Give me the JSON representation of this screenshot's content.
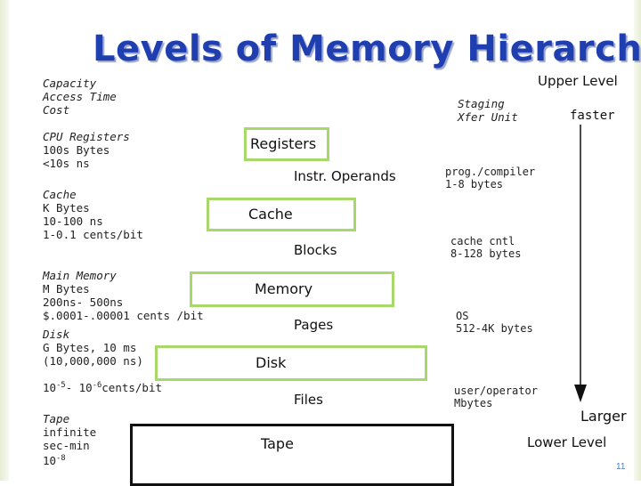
{
  "title": "Levels of Memory Hierarchy",
  "left_notes": {
    "header": "Capacity\nAccess Time\nCost",
    "cpu": {
      "name": "CPU Registers",
      "capacity": "100s Bytes",
      "time": "<10s ns"
    },
    "cache": {
      "name": "Cache",
      "capacity": "K Bytes",
      "time": "10-100 ns",
      "cost": "1-0.1 cents/bit"
    },
    "main": {
      "name": "Main Memory",
      "capacity": "M Bytes",
      "time": "200ns- 500ns",
      "cost": "$.0001-.00001 cents /bit"
    },
    "disk": {
      "name": "Disk",
      "capacity": "G Bytes, 10 ms",
      "time": "(10,000,000 ns)",
      "cost_base1": "10",
      "cost_exp1": "-5",
      "cost_sep": "- 10",
      "cost_exp2": "-6",
      "cost_unit": "cents/bit"
    },
    "tape": {
      "name": "Tape",
      "capacity": "infinite",
      "time": "sec-min",
      "cost_base": "10",
      "cost_exp": "-8"
    }
  },
  "levels": [
    {
      "name": "Registers"
    },
    {
      "name": "Cache"
    },
    {
      "name": "Memory"
    },
    {
      "name": "Disk"
    },
    {
      "name": "Tape"
    }
  ],
  "transfers": [
    "Instr. Operands",
    "Blocks",
    "Pages",
    "Files"
  ],
  "staging_header": "Staging\nXfer Unit",
  "staging_units": [
    "prog./compiler\n1-8 bytes",
    "cache cntl\n8-128 bytes",
    "OS\n512-4K bytes",
    "user/operator\nMbytes"
  ],
  "upper_level": "Upper Level",
  "faster": "faster",
  "larger": "Larger",
  "lower_level": "Lower Level",
  "page_number": "11",
  "colors": {
    "title": "#1f3fb0",
    "box_border": "#a6d96a",
    "tape_border": "#111111",
    "page_number": "#4a7fc8"
  }
}
